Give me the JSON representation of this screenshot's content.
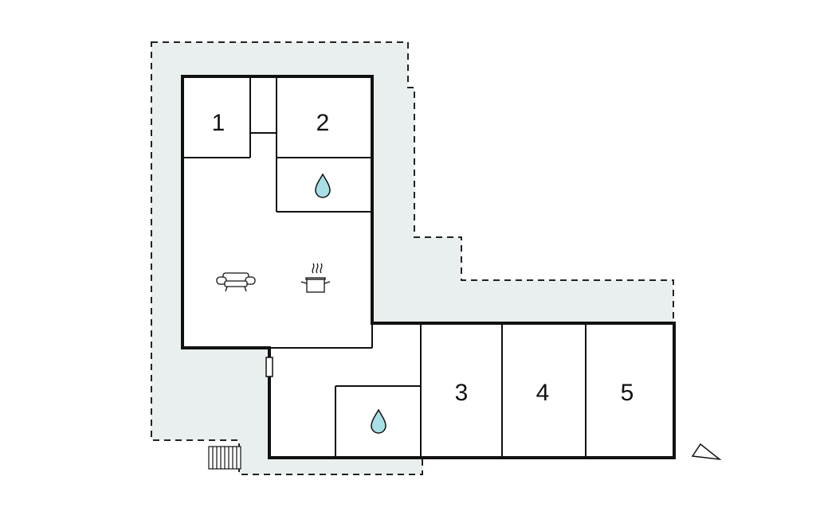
{
  "rooms": [
    {
      "id": "room-1",
      "label": "1"
    },
    {
      "id": "room-2",
      "label": "2"
    },
    {
      "id": "room-3",
      "label": "3"
    },
    {
      "id": "room-4",
      "label": "4"
    },
    {
      "id": "room-5",
      "label": "5"
    }
  ],
  "icons": {
    "bathroom": "water-drop-icon",
    "living": "sofa-icon",
    "kitchen": "cooking-pot-icon",
    "stairs": "stairs-icon",
    "north": "north-arrow-icon",
    "door": "door-icon"
  },
  "colors": {
    "wall": "#111111",
    "terrace": "#e9eeee",
    "water": "#a8dfe6",
    "outline": "#222222"
  }
}
